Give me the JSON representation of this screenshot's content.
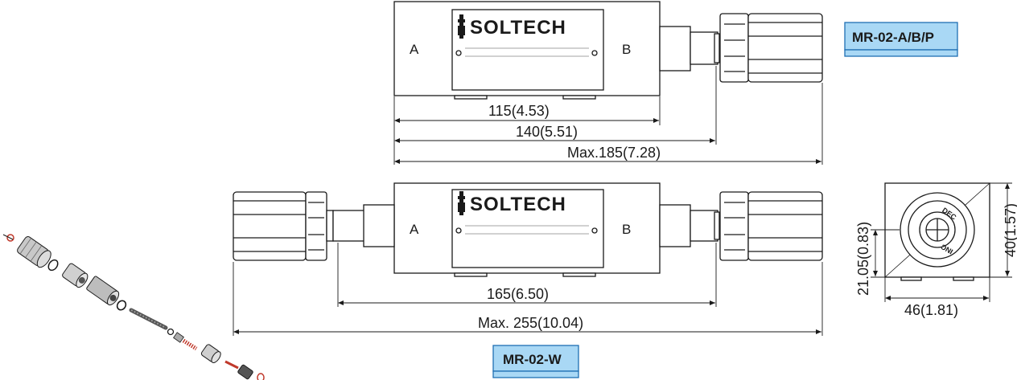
{
  "top_view": {
    "brand": "SOLTECH",
    "port_a": "A",
    "port_b": "B",
    "dims": [
      "115(4.53)",
      "140(5.51)",
      "Max.185(7.28)"
    ],
    "model_tag": "MR-02-A/B/P"
  },
  "bottom_view": {
    "brand": "SOLTECH",
    "port_a": "A",
    "port_b": "B",
    "dims": [
      "165(6.50)",
      "Max. 255(10.04)"
    ],
    "model_tag": "MR-02-W"
  },
  "side_view": {
    "dim_height": "40(1.57)",
    "dim_center": "21.05(0.83)",
    "dim_width": "46(1.81)",
    "knob_text_top": "DEC",
    "knob_text_bottom": "INC"
  },
  "colors": {
    "tag_fill": "#a9d8f5",
    "tag_border": "#1f6fb3",
    "line": "#1a1a1a",
    "part_red": "#c0392b"
  }
}
